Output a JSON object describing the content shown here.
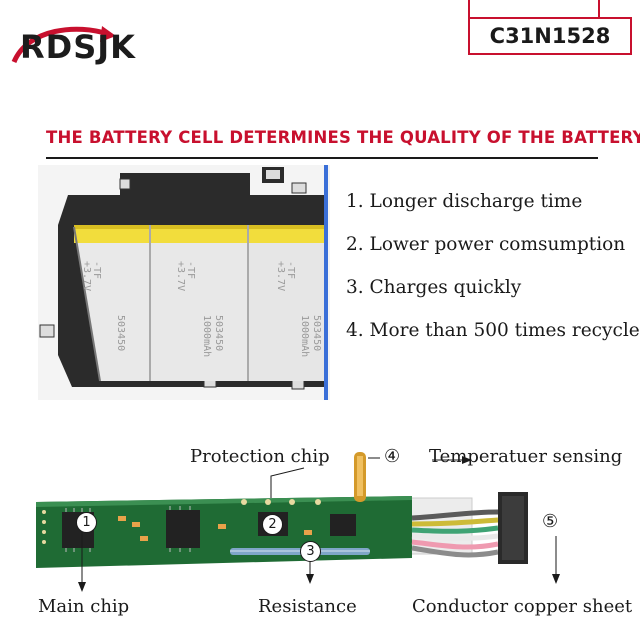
{
  "brand": {
    "logo_text": "RDSJK",
    "model": "C31N1528"
  },
  "headline": "THE BATTERY CELL DETERMINES THE QUALITY OF THE BATTERY",
  "features": [
    "1. Longer discharge time",
    "2. Lower power comsumption",
    "3. Charges quickly",
    "4. More than 500 times recycle"
  ],
  "cell_print": {
    "line1": "-TF",
    "line2": "+3.7V",
    "line3": "503450",
    "line4": "1000mAh"
  },
  "pcb_labels": {
    "protection_chip": "Protection chip",
    "temperature": "Temperatuer sensing",
    "main_chip": "Main chip",
    "resistance": "Resistance",
    "copper_sheet": "Conductor copper sheet",
    "marker4": "④",
    "marker5": "⑤",
    "n1": "1",
    "n2": "2",
    "n3": "3"
  },
  "colors": {
    "accent": "#c8102e",
    "cell_yellow": "#f2dd3c",
    "pcb_green": "#1f6b34"
  }
}
